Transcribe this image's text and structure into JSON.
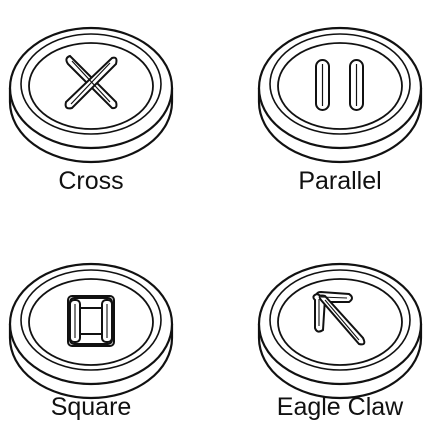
{
  "figure": {
    "stitch_styles": [
      {
        "key": "cross",
        "label": "Cross"
      },
      {
        "key": "parallel",
        "label": "Parallel"
      },
      {
        "key": "square",
        "label": "Square"
      },
      {
        "key": "eagle_claw",
        "label": "Eagle Claw"
      }
    ]
  },
  "colors": {
    "stroke": "#111111",
    "fill": "#ffffff"
  }
}
